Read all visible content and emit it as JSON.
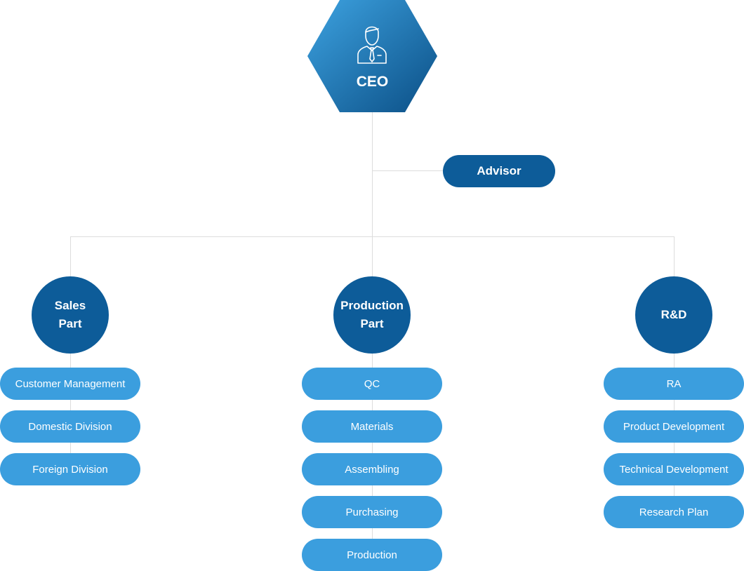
{
  "ceo": {
    "label": "CEO",
    "icon": "businessman-icon"
  },
  "advisor": {
    "label": "Advisor"
  },
  "departments": [
    {
      "name_lines": [
        "Sales",
        "Part"
      ],
      "units": [
        "Customer Management",
        "Domestic Division",
        "Foreign Division"
      ]
    },
    {
      "name_lines": [
        "Production",
        "Part"
      ],
      "units": [
        "QC",
        "Materials",
        "Assembling",
        "Purchasing",
        "Production"
      ]
    },
    {
      "name_lines": [
        "R&D"
      ],
      "units": [
        "RA",
        "Product Development",
        "Technical Development",
        "Research Plan"
      ]
    }
  ],
  "colors": {
    "hexagon_light": "#3da2e0",
    "hexagon_dark": "#0b4f86",
    "dark_blue": "#0d5c99",
    "light_blue": "#3b9ede",
    "connector": "#dcdcdc"
  }
}
